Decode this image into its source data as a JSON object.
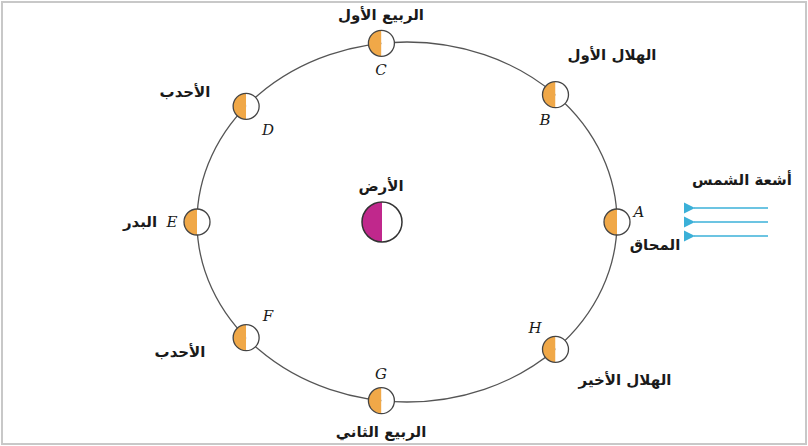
{
  "diagram": {
    "labels": [
      "الربيع الأول",
      "C",
      "الهلال الأول",
      "B",
      "الأحدب",
      "D",
      "الأرض",
      "أشعة الشمس",
      "البدر",
      "E",
      "A",
      "المحاق",
      "F",
      "الأحدب",
      "H",
      "الهلال الأخير",
      "G",
      "الربيع الثاني"
    ]
  }
}
